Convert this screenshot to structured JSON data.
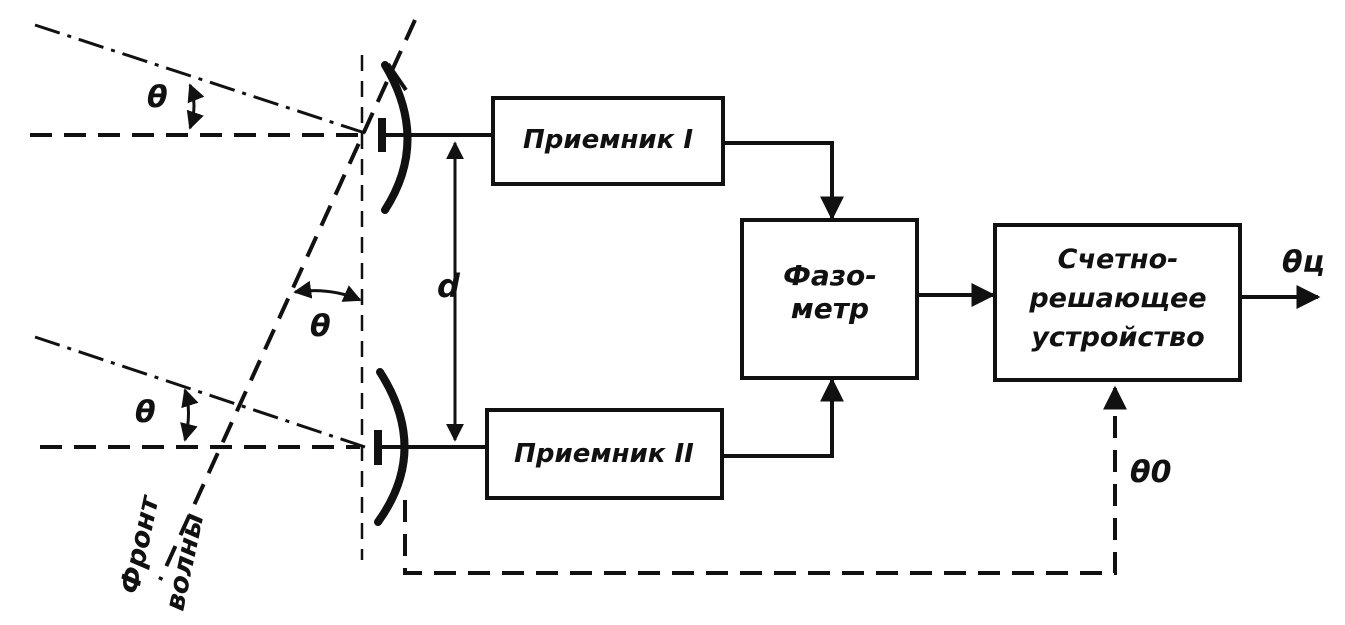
{
  "blocks": {
    "receiver1": "Приемник I",
    "receiver2": "Приемник II",
    "phasemeter": [
      "Фазо-",
      "метр"
    ],
    "computer": [
      "Счетно-",
      "решающее",
      "устройство"
    ]
  },
  "labels": {
    "theta_top": "θ",
    "theta_mid": "θ",
    "theta_bottom": "θ",
    "d": "d",
    "theta_target": "θц",
    "theta_zero": "θ0",
    "wavefront": [
      "Фронт",
      "волны"
    ]
  }
}
